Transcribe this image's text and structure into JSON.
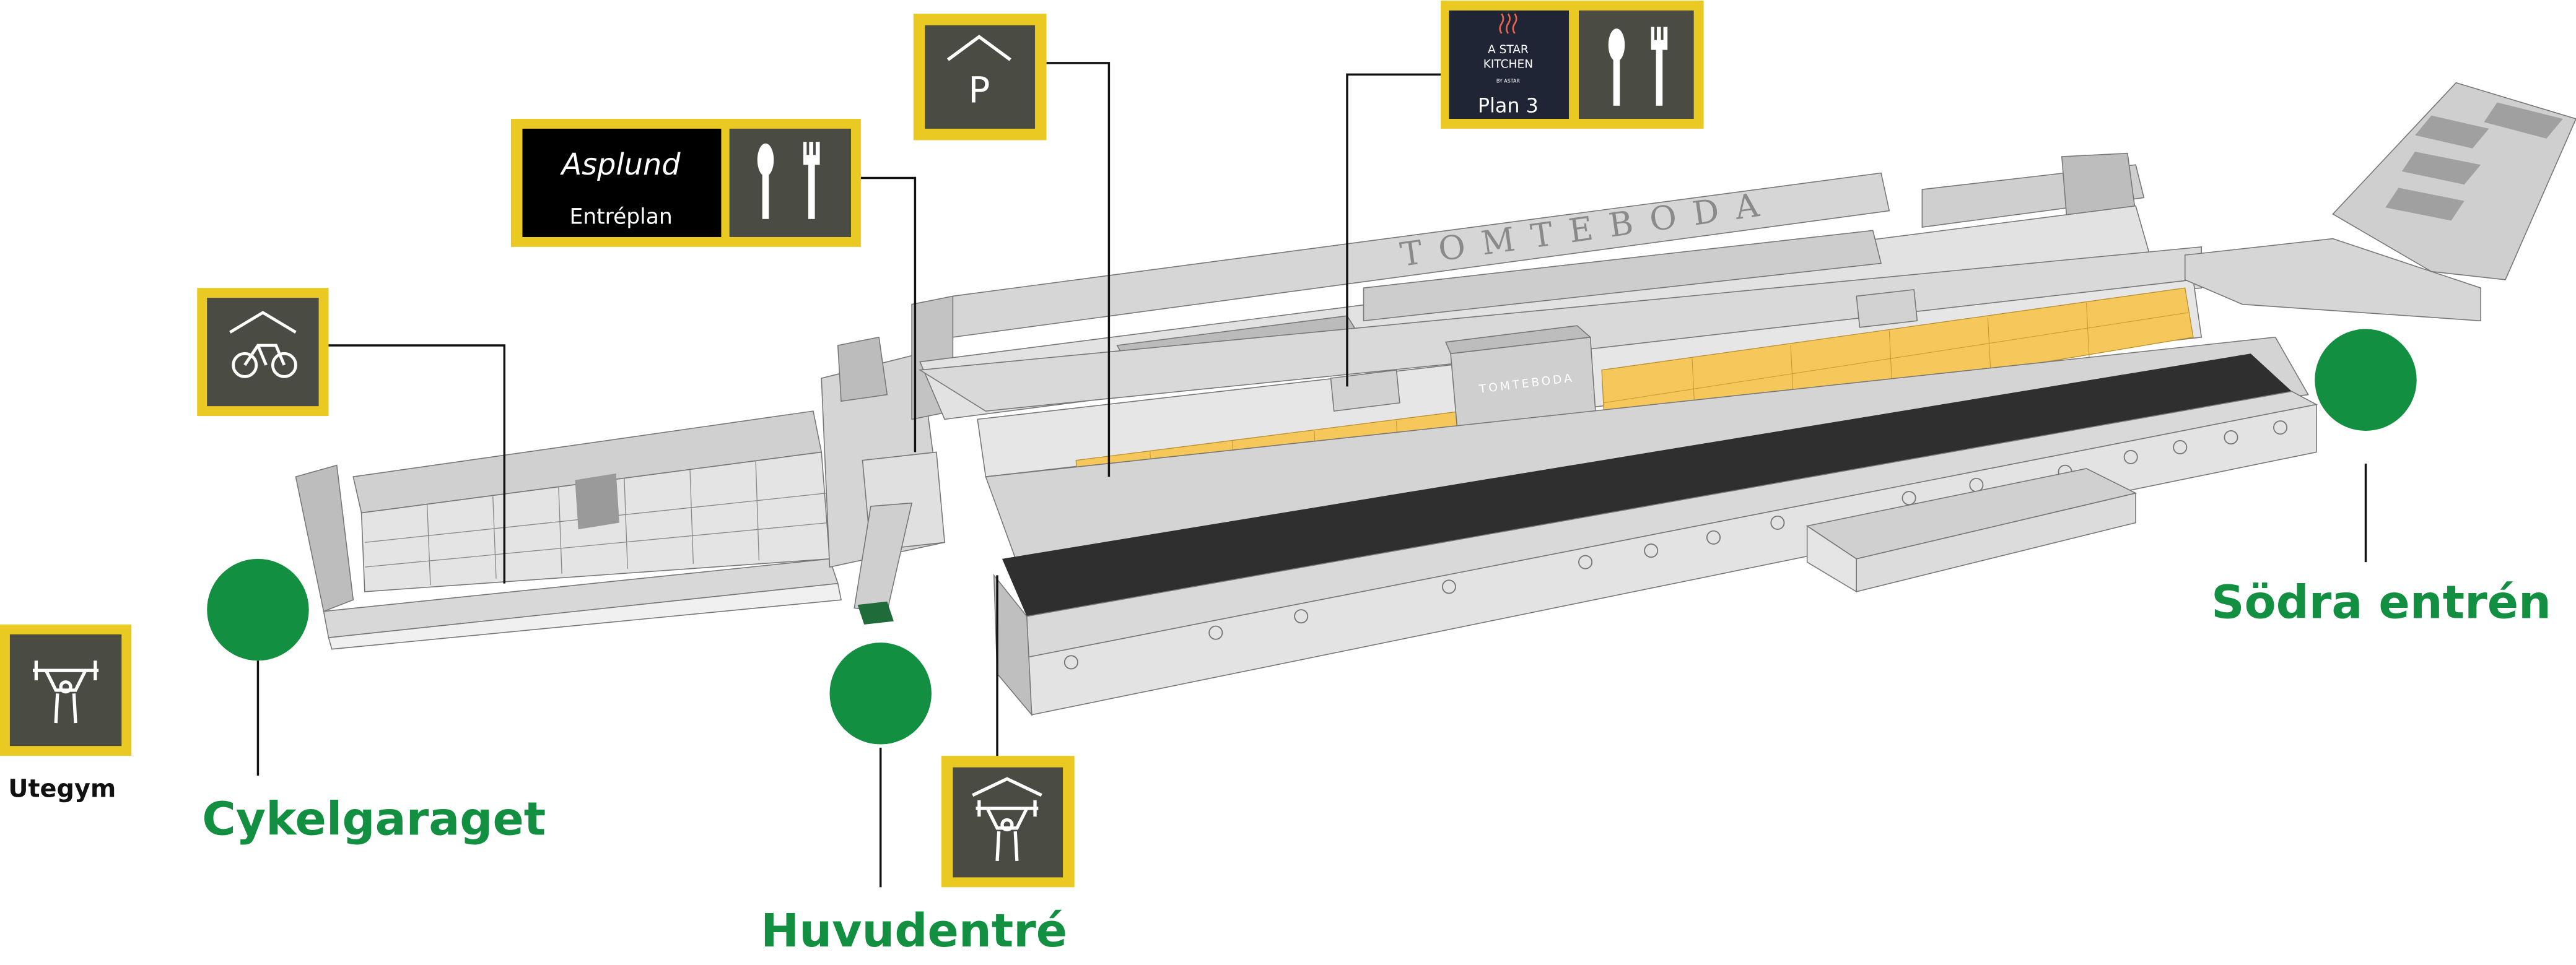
{
  "colors": {
    "badge_border": "#e9c922",
    "badge_bg": "#4a4b43",
    "green": "#138f41",
    "building": "#c9c9c9",
    "glass": "#f6c75a"
  },
  "building": {
    "roof_sign": "TOMTEBODA",
    "tower_sign": "TOMTEBODA"
  },
  "badges": {
    "asplund": {
      "logo": "Asplund",
      "floor": "Entréplan",
      "icon": "spoon-fork-icon"
    },
    "parking": {
      "letter": "P",
      "icon": "parking-garage-icon"
    },
    "astar": {
      "logo_line1": "A STAR",
      "logo_line2": "KITCHEN",
      "logo_sub": "BY ASTAR",
      "floor": "Plan 3",
      "icon": "spoon-fork-icon"
    },
    "bike": {
      "icon": "bike-garage-icon"
    },
    "utegym": {
      "label": "Utegym",
      "icon": "outdoor-gym-icon"
    },
    "gym": {
      "icon": "indoor-gym-icon"
    }
  },
  "entrances": [
    {
      "label": "Cykelgaraget"
    },
    {
      "label": "Huvudentré"
    },
    {
      "label": "Södra entrén"
    }
  ]
}
